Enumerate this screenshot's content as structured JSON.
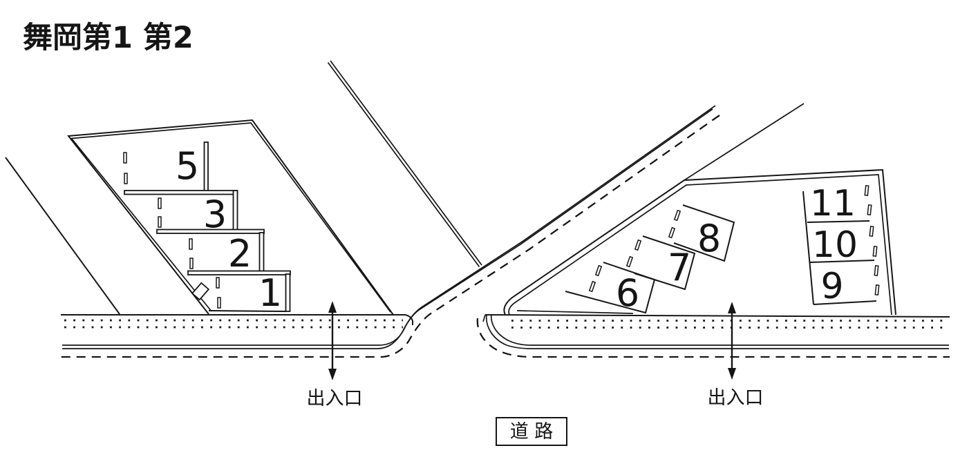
{
  "title": "舞岡第1 第2",
  "colors": {
    "ink": "#151515",
    "background": "#ffffff"
  },
  "lot_left": {
    "spaces": [
      {
        "number": "5"
      },
      {
        "number": "3"
      },
      {
        "number": "2"
      },
      {
        "number": "1"
      }
    ]
  },
  "lot_right": {
    "spaces": [
      {
        "number": "6"
      },
      {
        "number": "7"
      },
      {
        "number": "8"
      },
      {
        "number": "9"
      },
      {
        "number": "10"
      },
      {
        "number": "11"
      }
    ]
  },
  "entrances": [
    {
      "label": "出入口"
    },
    {
      "label": "出入口"
    }
  ],
  "road_label": "道 路"
}
